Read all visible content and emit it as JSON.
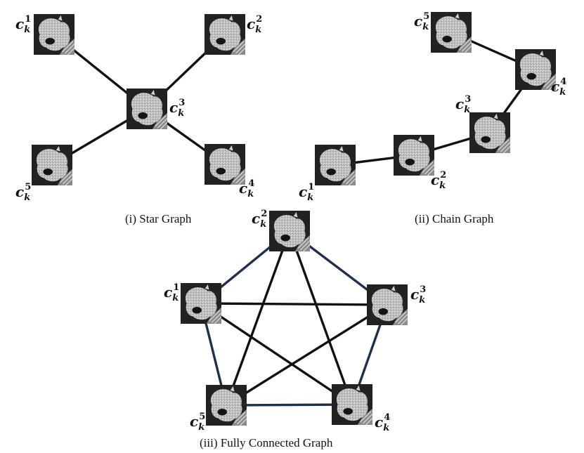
{
  "label_base": "c",
  "label_sub": "k",
  "colors": {
    "edge_black": "#111111",
    "edge_navy": "#1f2f4e",
    "tile_dark": "#1b1b1b",
    "tile_light": "#c9c9c9"
  },
  "node_icon": "ct-nodule-patch-icon",
  "graphs": [
    {
      "id": "star",
      "caption": "(i)  Star Graph",
      "nodes": [
        {
          "id": "1",
          "sup": "1"
        },
        {
          "id": "2",
          "sup": "2"
        },
        {
          "id": "3",
          "sup": "3"
        },
        {
          "id": "4",
          "sup": "4"
        },
        {
          "id": "5",
          "sup": "5"
        }
      ],
      "edges": [
        {
          "a": "3",
          "b": "1",
          "color": "black"
        },
        {
          "a": "3",
          "b": "2",
          "color": "black"
        },
        {
          "a": "3",
          "b": "4",
          "color": "black"
        },
        {
          "a": "3",
          "b": "5",
          "color": "black"
        }
      ]
    },
    {
      "id": "chain",
      "caption": "(ii)  Chain Graph",
      "nodes": [
        {
          "id": "1",
          "sup": "1"
        },
        {
          "id": "2",
          "sup": "2"
        },
        {
          "id": "3",
          "sup": "3"
        },
        {
          "id": "4",
          "sup": "4"
        },
        {
          "id": "5",
          "sup": "5"
        }
      ],
      "edges": [
        {
          "a": "1",
          "b": "2",
          "color": "black"
        },
        {
          "a": "2",
          "b": "3",
          "color": "black"
        },
        {
          "a": "3",
          "b": "4",
          "color": "black"
        },
        {
          "a": "4",
          "b": "5",
          "color": "black"
        }
      ]
    },
    {
      "id": "full",
      "caption": "(iii)  Fully Connected  Graph",
      "nodes": [
        {
          "id": "1",
          "sup": "1"
        },
        {
          "id": "2",
          "sup": "2"
        },
        {
          "id": "3",
          "sup": "3"
        },
        {
          "id": "4",
          "sup": "4"
        },
        {
          "id": "5",
          "sup": "5"
        }
      ],
      "edges": [
        {
          "a": "1",
          "b": "2",
          "color": "navy"
        },
        {
          "a": "2",
          "b": "3",
          "color": "navy"
        },
        {
          "a": "3",
          "b": "4",
          "color": "navy"
        },
        {
          "a": "4",
          "b": "5",
          "color": "navy"
        },
        {
          "a": "5",
          "b": "1",
          "color": "navy"
        },
        {
          "a": "1",
          "b": "3",
          "color": "black"
        },
        {
          "a": "1",
          "b": "4",
          "color": "black"
        },
        {
          "a": "2",
          "b": "4",
          "color": "black"
        },
        {
          "a": "2",
          "b": "5",
          "color": "black"
        },
        {
          "a": "3",
          "b": "5",
          "color": "black"
        }
      ]
    }
  ]
}
